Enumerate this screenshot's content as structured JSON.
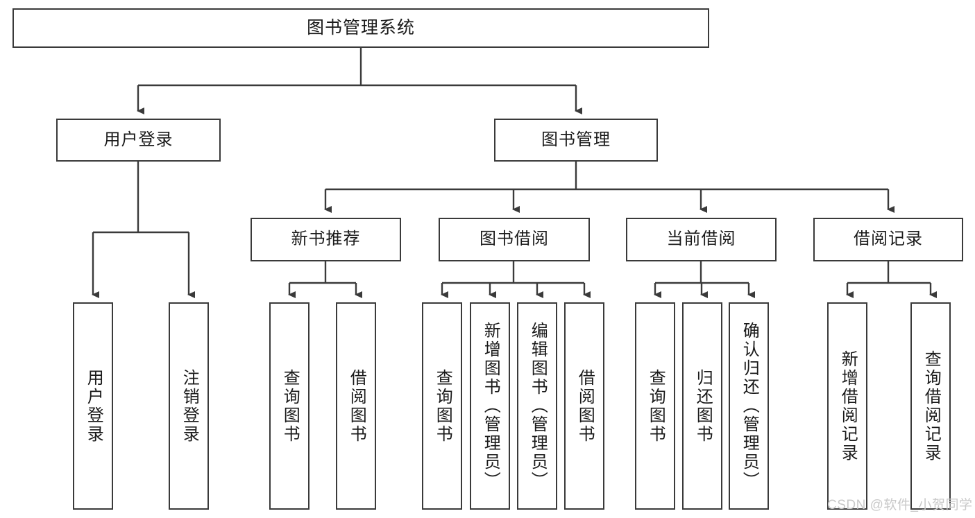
{
  "diagram": {
    "type": "tree",
    "title_node": {
      "label": "图书管理系统"
    },
    "level2": [
      {
        "id": "user-login",
        "label": "用户登录"
      },
      {
        "id": "book-manage",
        "label": "图书管理"
      }
    ],
    "level3": [
      {
        "id": "new-book-recommend",
        "label": "新书推荐"
      },
      {
        "id": "book-borrow",
        "label": "图书借阅"
      },
      {
        "id": "current-borrow",
        "label": "当前借阅"
      },
      {
        "id": "borrow-record",
        "label": "借阅记录"
      }
    ],
    "leaves": {
      "user_login": [
        {
          "id": "leaf-user-login",
          "label": "用户登录"
        },
        {
          "id": "leaf-logout",
          "label": "注销登录"
        }
      ],
      "new_book_recommend": [
        {
          "id": "leaf-query-book-1",
          "label": "查询图书"
        },
        {
          "id": "leaf-borrow-book-1",
          "label": "借阅图书"
        }
      ],
      "book_borrow": [
        {
          "id": "leaf-query-book-2",
          "label": "查询图书"
        },
        {
          "id": "leaf-add-book",
          "label": "新增图书（管理员）"
        },
        {
          "id": "leaf-edit-book",
          "label": "编辑图书（管理员）"
        },
        {
          "id": "leaf-borrow-book-2",
          "label": "借阅图书"
        }
      ],
      "current_borrow": [
        {
          "id": "leaf-query-book-3",
          "label": "查询图书"
        },
        {
          "id": "leaf-return-book",
          "label": "归还图书"
        },
        {
          "id": "leaf-confirm-return",
          "label": "确认归还（管理员）"
        }
      ],
      "borrow_record": [
        {
          "id": "leaf-add-record",
          "label": "新增借阅记录"
        },
        {
          "id": "leaf-query-record",
          "label": "查询借阅记录"
        }
      ]
    }
  },
  "watermark": {
    "text": "CSDN @软件_小贺同学"
  },
  "colors": {
    "box_border": "#3a3a3a",
    "line": "#3a3a3a",
    "background": "#ffffff",
    "text": "#1a1a1a",
    "watermark": "#c9c9c9"
  }
}
